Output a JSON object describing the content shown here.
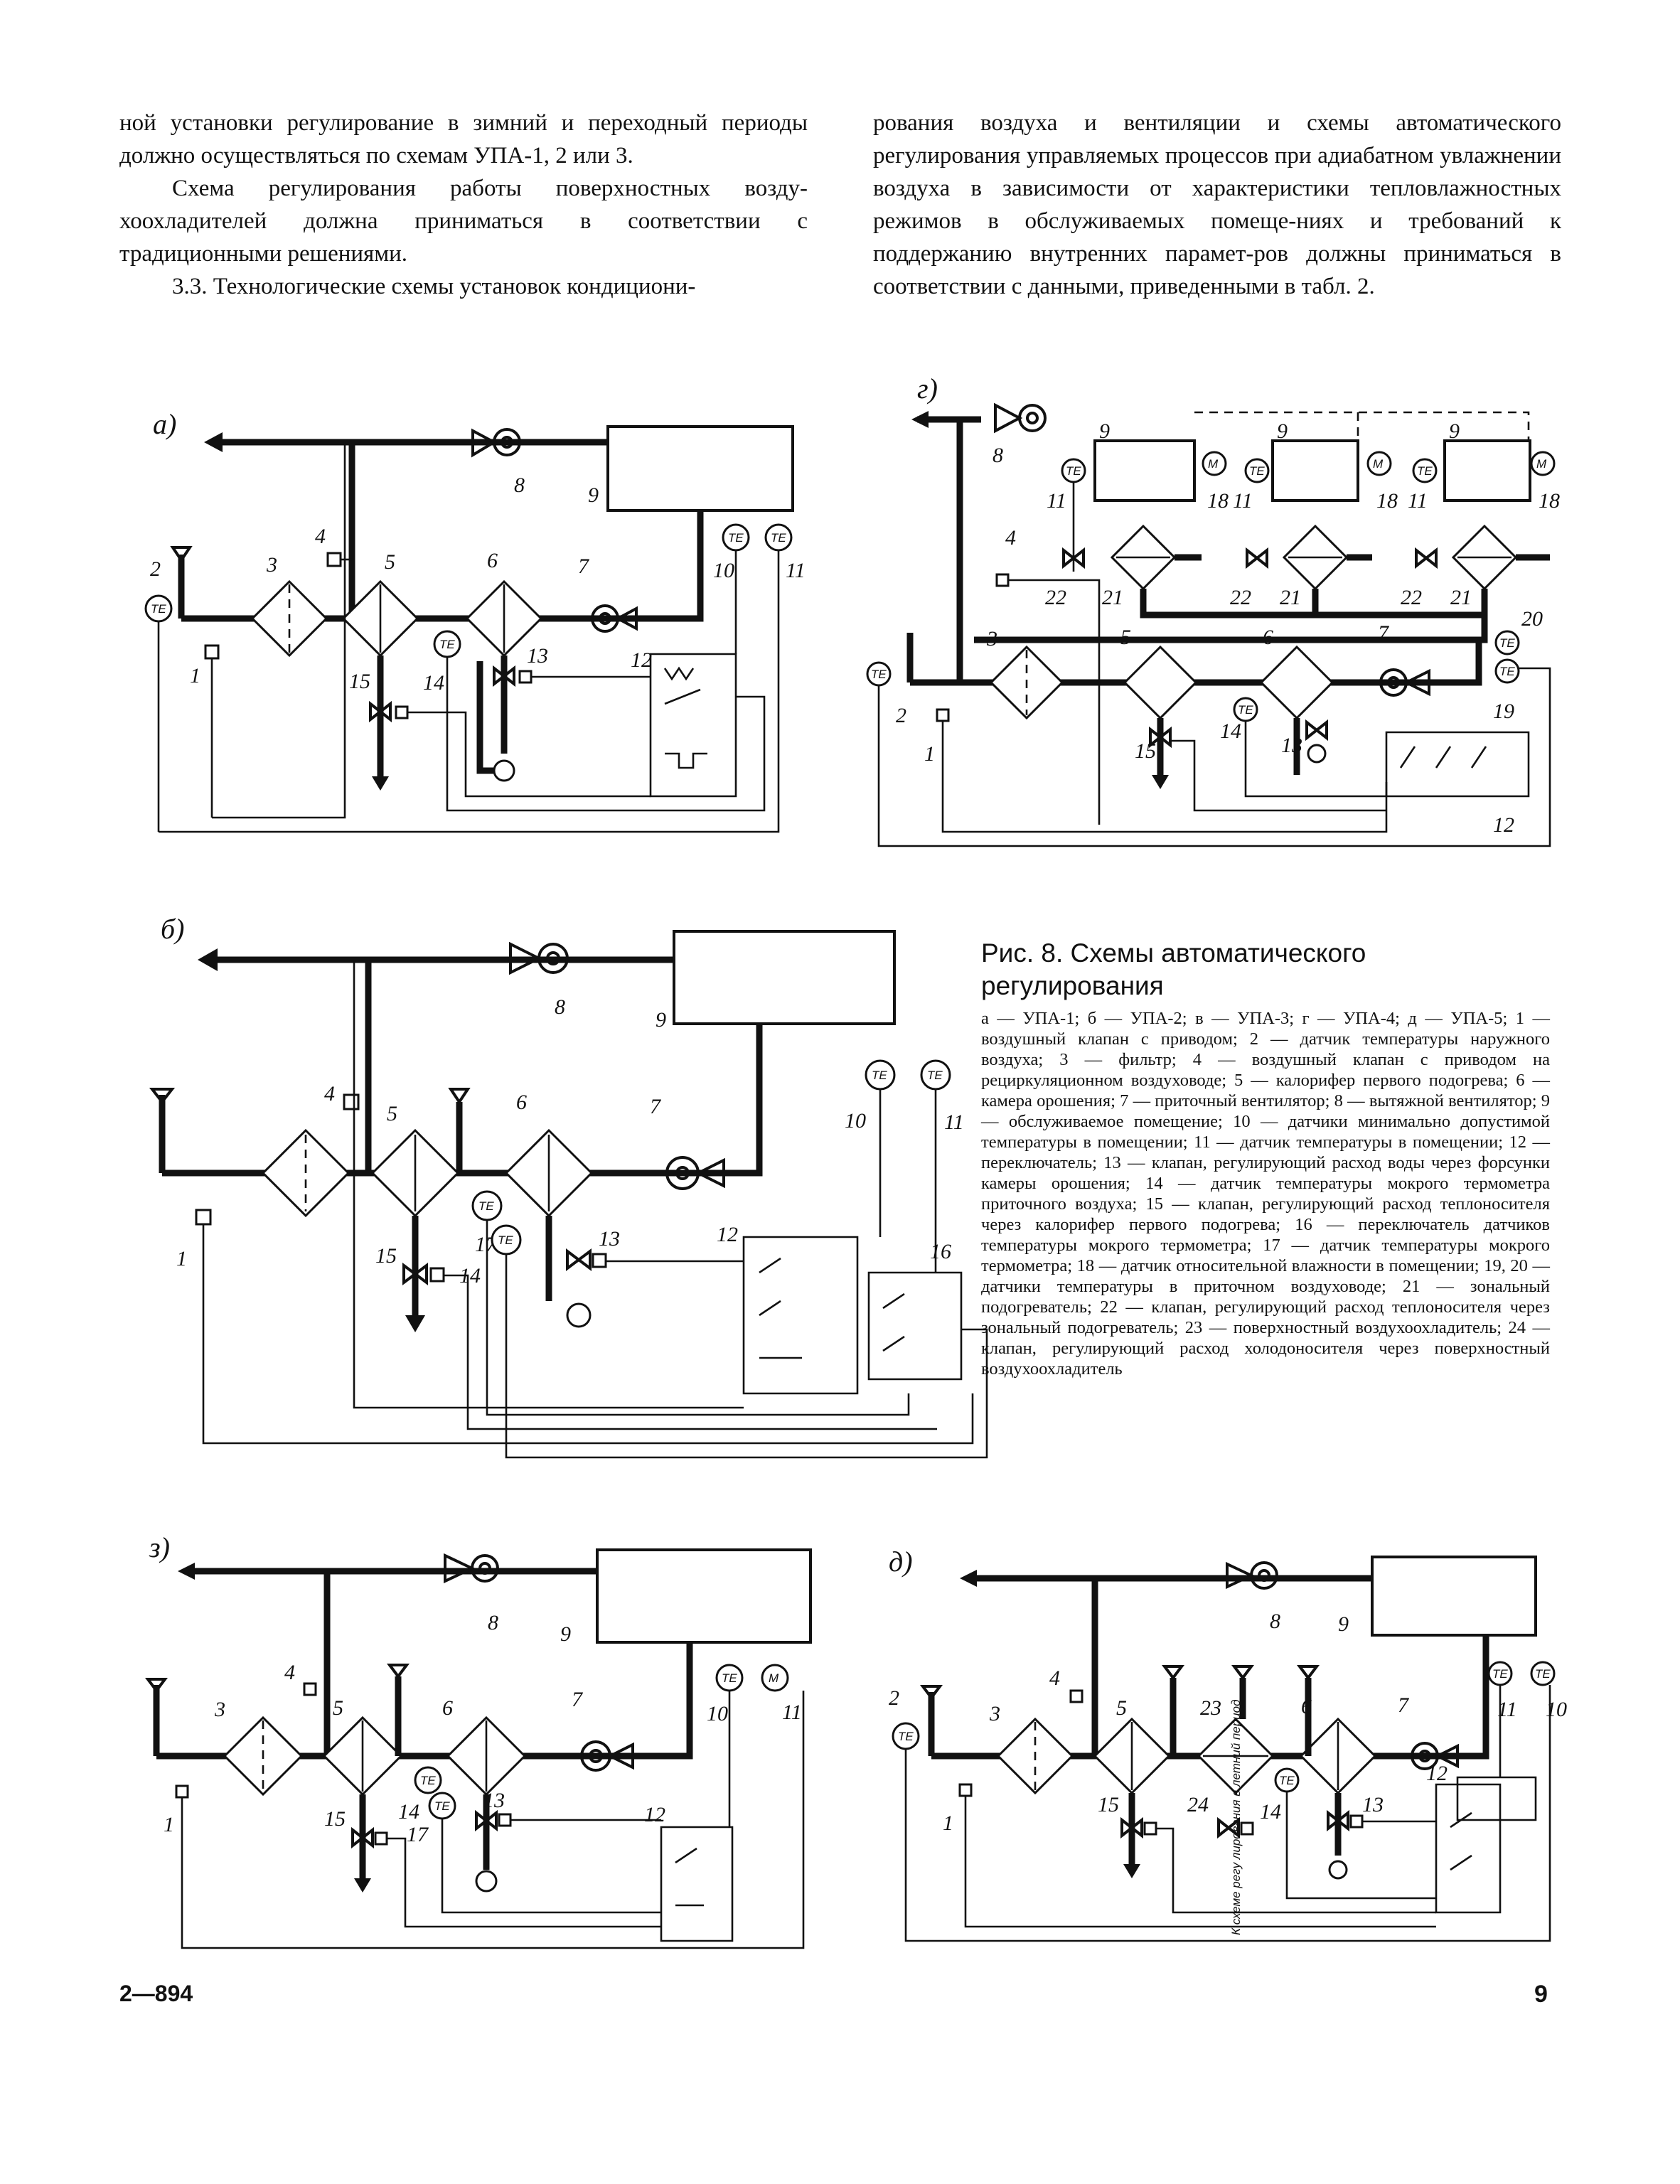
{
  "text": {
    "left": {
      "p1": "ной установки регулирование в зимний и переходный периоды должно осуществляться по схемам УПА-1, 2 или 3.",
      "p2": "Схема регулирования работы поверхностных возду-хоохладителей должна приниматься в соответствии с традиционными решениями.",
      "p3": "3.3. Технологические схемы установок кондициони-"
    },
    "right": {
      "p1": "рования воздуха и вентиляции и схемы автоматического регулирования управляемых процессов при адиабатном увлажнении воздуха в зависимости от характеристики тепловлажностных режимов в обслуживаемых помеще-ниях и требований к поддержанию внутренних парамет-ров должны приниматься в соответствии с данными, приведенными в табл. 2."
    }
  },
  "figures": {
    "a": {
      "label": "а)"
    },
    "b": {
      "label": "б)"
    },
    "v": {
      "label": "з)"
    },
    "g": {
      "label": "г)"
    },
    "d": {
      "label": "д)"
    }
  },
  "sensor_text": "TE",
  "motor_text": "M",
  "side_note": "К схеме регу лирования в летний период",
  "caption": {
    "title": "Рис. 8. Схемы автоматического регулирования",
    "body": "а — УПА-1; б — УПА-2; в — УПА-3; г — УПА-4; д — УПА-5; 1 — воздушный клапан с приводом; 2 — датчик температуры наружного воздуха; 3 — фильтр; 4 — воздушный клапан с приводом на рециркуляционном воздуховоде; 5 — калорифер первого подогрева; 6 — камера орошения; 7 — приточный вентилятор; 8 — вытяжной вентилятор; 9 — обслуживаемое помещение; 10 — датчики минимально допустимой температуры в помещении; 11 — датчик температуры в помещении; 12 — переключатель; 13 — клапан, регулирующий расход воды через форсунки камеры орошения; 14 — датчик температуры мокрого термометра приточного воздуха; 15 — клапан, регулирующий расход теплоносителя через калорифер первого подогрева; 16 — переключатель датчиков температуры мокрого термометра; 17 — датчик температуры мокрого термометра; 18 — датчик относительной влажности в помещении; 19, 20 — датчики температуры в приточном воздуховоде; 21 — зональный подогреватель; 22 — клапан, регулирующий расход теплоносителя через зональный подогреватель; 23 — поверхностный воздухоохладитель; 24 — клапан, регулирующий расход холодоносителя через поверхностный воздухоохладитель"
  },
  "footer": {
    "left": "2—894",
    "right": "9"
  }
}
